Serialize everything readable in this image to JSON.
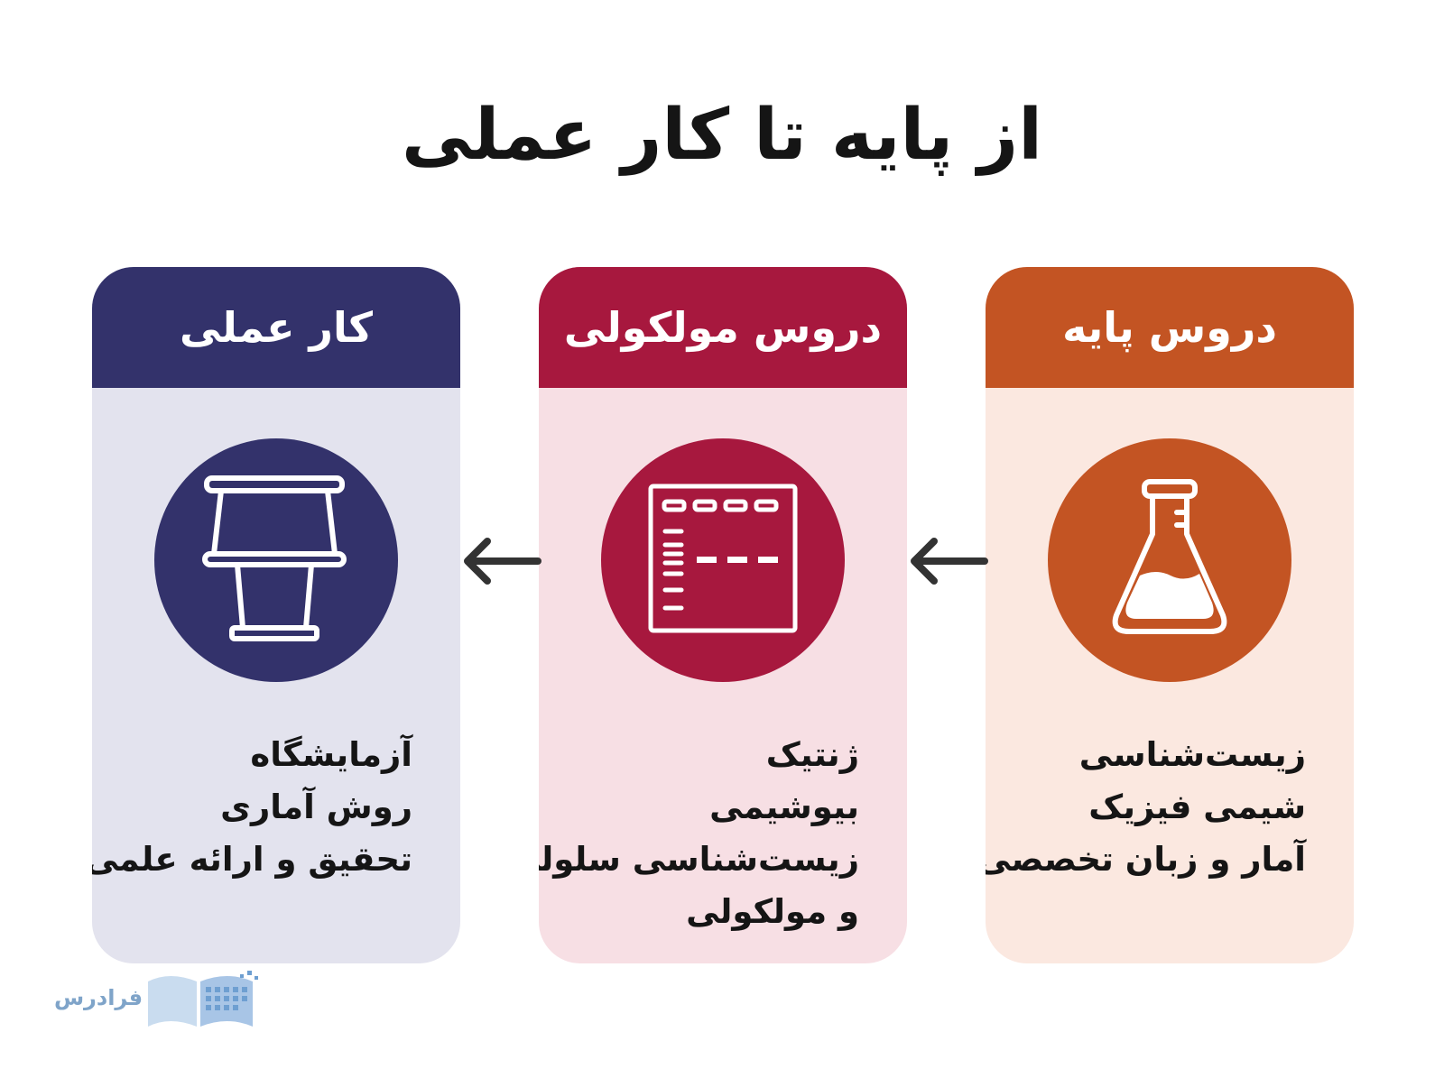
{
  "title": "از پایه تا کار عملی",
  "cards": [
    {
      "header": "دروس پایه",
      "icon": "flask-icon",
      "header_color": "#c35423",
      "body_color": "#fbe8e0",
      "circle_color": "#c35423",
      "items": [
        "زیست‌شناسی",
        "شیمی فیزیک",
        "آمار و زبان تخصصی"
      ]
    },
    {
      "header": "دروس مولکولی",
      "icon": "gel-electrophoresis-icon",
      "header_color": "#a7183e",
      "body_color": "#f7dfe4",
      "circle_color": "#a7183e",
      "items": [
        "ژنتیک",
        "بیوشیمی",
        "زیست‌شناسی سلولی",
        "و مولکولی"
      ]
    },
    {
      "header": "کار عملی",
      "icon": "microscope-stage-icon",
      "header_color": "#33326b",
      "body_color": "#e3e3ee",
      "circle_color": "#33326b",
      "items": [
        "آزمایشگاه",
        "روش آماری",
        "تحقیق و ارائه علمی"
      ]
    }
  ],
  "arrows": [
    "arrow-left-icon",
    "arrow-left-icon"
  ],
  "logo": {
    "text": "فرادرس",
    "icon": "open-book-icon"
  }
}
